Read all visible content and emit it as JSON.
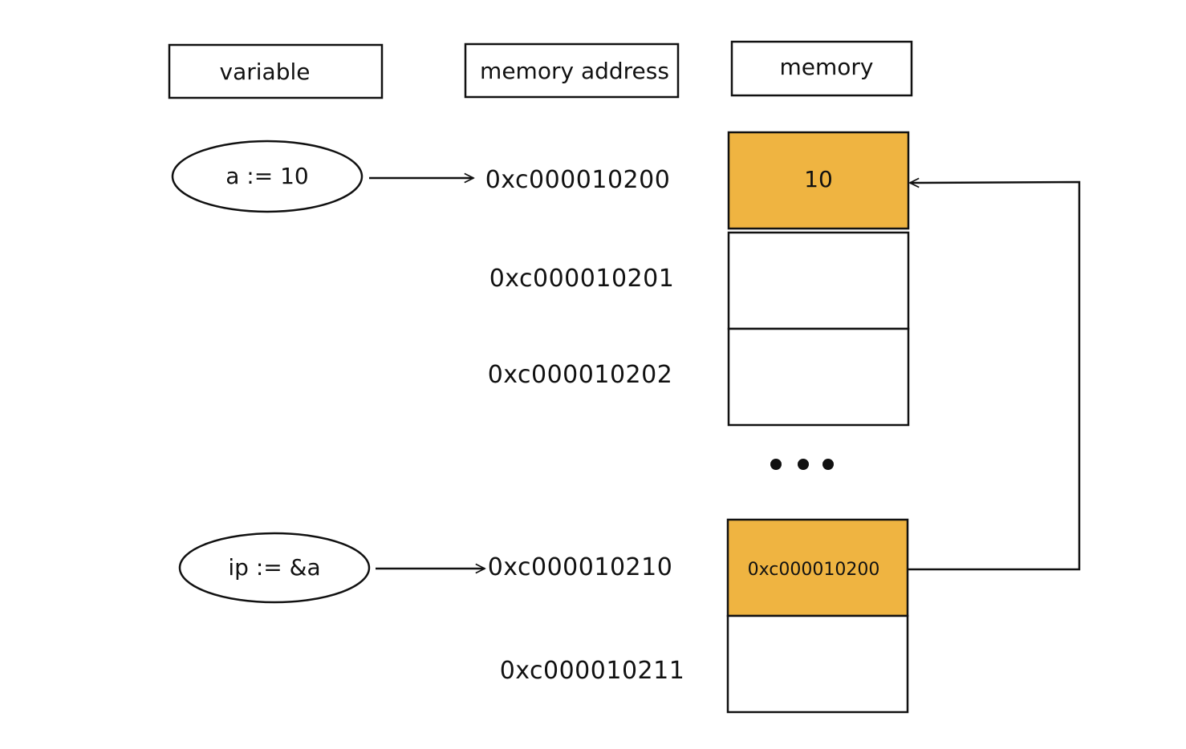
{
  "headers": {
    "variable": "variable",
    "memory_address": "memory address",
    "memory": "memory"
  },
  "variables": [
    {
      "expr": "a := 10"
    },
    {
      "expr": "ip := &a"
    }
  ],
  "addresses": [
    "0xc000010200",
    "0xc000010201",
    "0xc000010202",
    "0xc000010210",
    "0xc000010211"
  ],
  "memory_cells": [
    {
      "value": "10",
      "highlighted": true
    },
    {
      "value": "",
      "highlighted": false
    },
    {
      "value": "",
      "highlighted": false
    },
    {
      "value": "0xc000010200",
      "highlighted": true
    },
    {
      "value": "",
      "highlighted": false
    }
  ],
  "colors": {
    "highlight": "#EFB441",
    "stroke": "#111111",
    "background": "#FFFFFF"
  }
}
